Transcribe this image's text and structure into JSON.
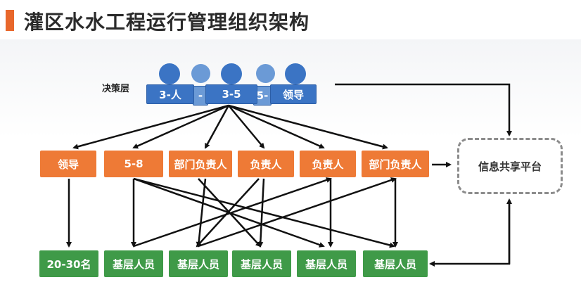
{
  "title": "灌区水水工程运行管理组织架构",
  "decision": {
    "label": "决策层",
    "boxes": [
      "3-人",
      "3-5",
      "领导"
    ],
    "behind": [
      "-",
      "5-"
    ]
  },
  "middle": [
    "领导",
    "5-8",
    "部门负责人",
    "负责人",
    "负责人",
    "部门负责人"
  ],
  "bottom": [
    "20-30名",
    "基层人员",
    "基层人员",
    "基层人员",
    "基层人员",
    "基层人员"
  ],
  "platform": "信息共享平台",
  "colors": {
    "title_accent": "#e8672b",
    "decision": "#3b74c4",
    "middle": "#ee7a36",
    "bottom": "#3f9a48"
  }
}
